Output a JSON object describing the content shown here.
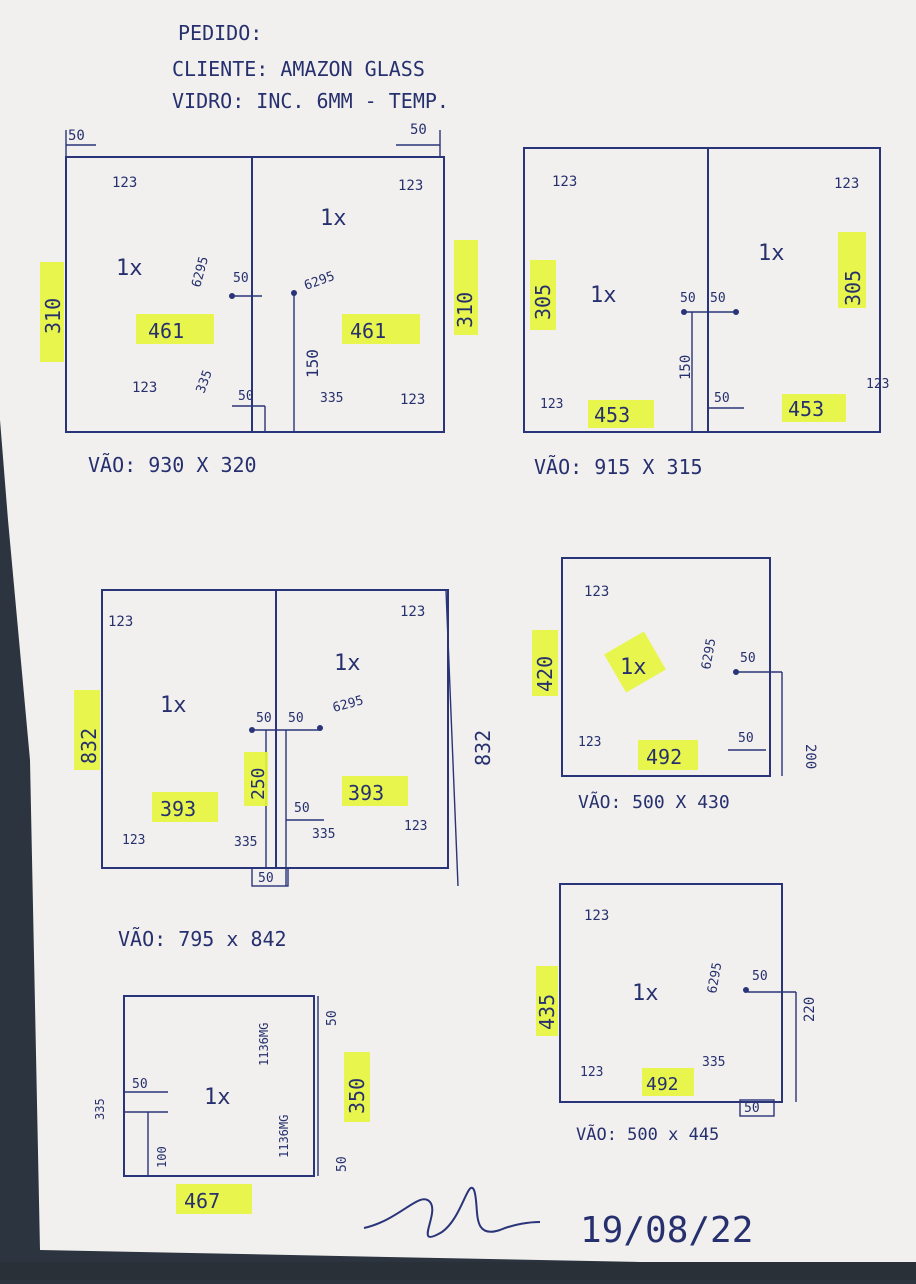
{
  "header": {
    "line1": "PEDIDO:",
    "line2": "CLIENTE: AMAZON GLASS",
    "line3": "VIDRO: INC. 6MM - TEMP."
  },
  "drawing1": {
    "top_left_dim": "50",
    "top_right_dim": "50",
    "left_height": "310",
    "right_height": "310",
    "left_width": "461",
    "right_width": "461",
    "left_qty": "1x",
    "right_qty": "1x",
    "hole_small": "123",
    "hole_big": "335",
    "handle_code": "6295",
    "handle_offset": "50",
    "rail_height": "150",
    "bottom_dim": "50",
    "vao": "VÃO: 930 X 320"
  },
  "drawing2": {
    "left_height": "305",
    "right_height": "305",
    "left_width": "453",
    "right_width": "453",
    "left_qty": "1x",
    "right_qty": "1x",
    "hole_small": "123",
    "offset_a": "50",
    "offset_b": "50",
    "rail_height": "150",
    "bottom_dim": "50",
    "vao": "VÃO: 915 X 315"
  },
  "drawing3": {
    "left_height": "832",
    "right_height": "832",
    "left_width": "393",
    "right_width": "393",
    "left_qty": "1x",
    "right_qty": "1x",
    "hole_small": "123",
    "hole_big": "335",
    "handle_code": "6295",
    "offset_a": "50",
    "offset_b": "50",
    "rail_height": "250",
    "inner_dim": "50",
    "bottom_dim": "50",
    "vao": "VÃO: 795 x 842"
  },
  "drawing4": {
    "height": "420",
    "width": "492",
    "qty": "1x",
    "hole_small": "123",
    "handle_code": "6295",
    "handle_offset": "50",
    "bottom_dim": "50",
    "side_dim": "200",
    "vao": "VÃO: 500 X 430"
  },
  "drawing5": {
    "height": "435",
    "width": "492",
    "qty": "1x",
    "hole_small": "123",
    "hole_big": "335",
    "handle_code": "6295",
    "handle_offset": "50",
    "bottom_dim": "50",
    "side_dim": "220",
    "vao": "VÃO: 500 x 445"
  },
  "drawing6": {
    "height": "350",
    "width": "467",
    "qty": "1x",
    "hole_big": "335",
    "hinge_top": "1136MG",
    "hinge_bottom": "1136MG",
    "dim_top": "50",
    "dim_bottom": "50",
    "left_dim": "50",
    "rail": "100"
  },
  "footer": {
    "date": "19/08/22"
  },
  "colors": {
    "paper": "#f1f0ee",
    "ink": "#2a3478",
    "highlight": "#e6f53a",
    "background": "#2c3440"
  }
}
